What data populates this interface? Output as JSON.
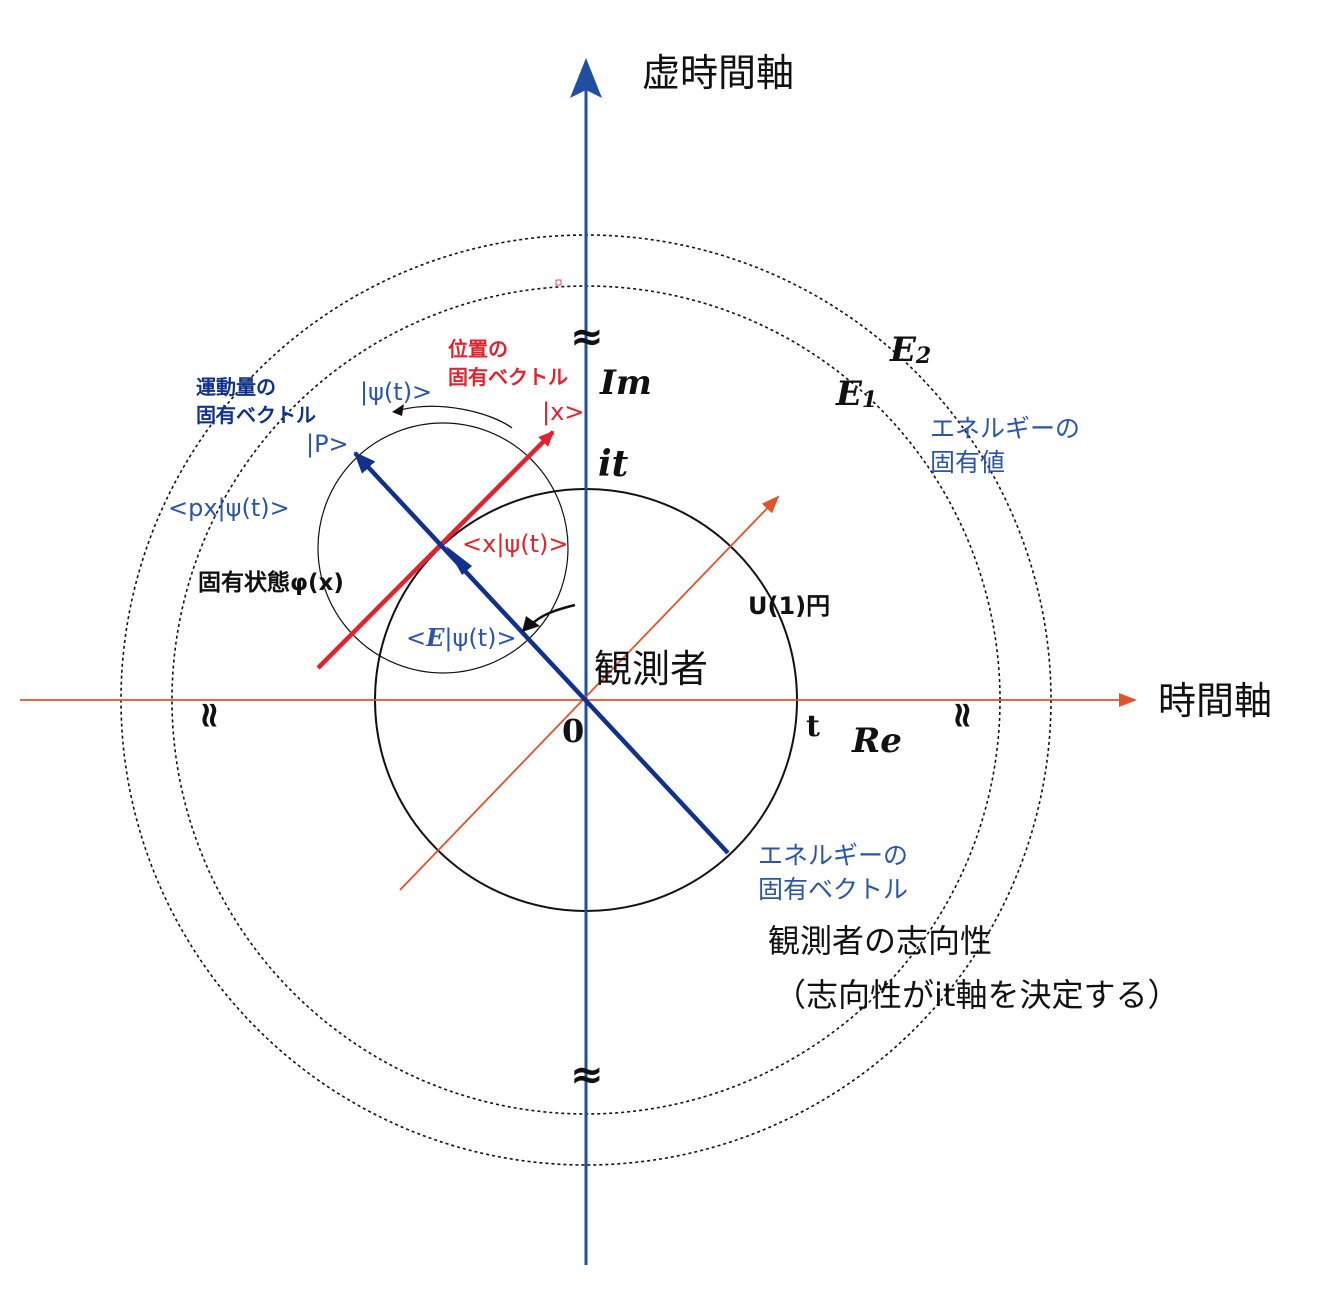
{
  "colors": {
    "blue_axis": "#1f4ea3",
    "red_axis": "#e4522b",
    "red_vector": "#e0242f",
    "blue_vector": "#11318c",
    "label_blue": "#2c55a8",
    "label_red": "#e0242f",
    "black": "#111111"
  },
  "axes": {
    "imaginary_time": "虚時間軸",
    "time": "時間軸",
    "im": "Im",
    "re": "Re",
    "it": "it",
    "t": "t",
    "origin": "0",
    "break_mark": "≈"
  },
  "circles": {
    "u1": "U(1)円",
    "e1": "E",
    "e1_sub": "1",
    "e2": "E",
    "e2_sub": "2",
    "energy_eigenvalue_1": "エネルギーの",
    "energy_eigenvalue_2": "固有値"
  },
  "vectors": {
    "position_title_1": "位置の",
    "position_title_2": "固有ベクトル",
    "ket_x": "|x>",
    "momentum_title_1": "運動量の",
    "momentum_title_2": "固有ベクトル",
    "ket_p": "|P>",
    "ket_psi": "|ψ(t)>",
    "px_psi": "<px|ψ(t)>",
    "x_psi": "<x|ψ(t)>",
    "e_psi_open": "<",
    "e_psi_e": "E",
    "e_psi_rest": "|ψ(t)>",
    "eigenstate": "固有状態φ(x)",
    "energy_vector_1": "エネルギーの",
    "energy_vector_2": "固有ベクトル"
  },
  "observer": {
    "label": "観測者",
    "orientation": "観測者の志向性",
    "orientation_note": "（志向性がit軸を決定する）"
  }
}
